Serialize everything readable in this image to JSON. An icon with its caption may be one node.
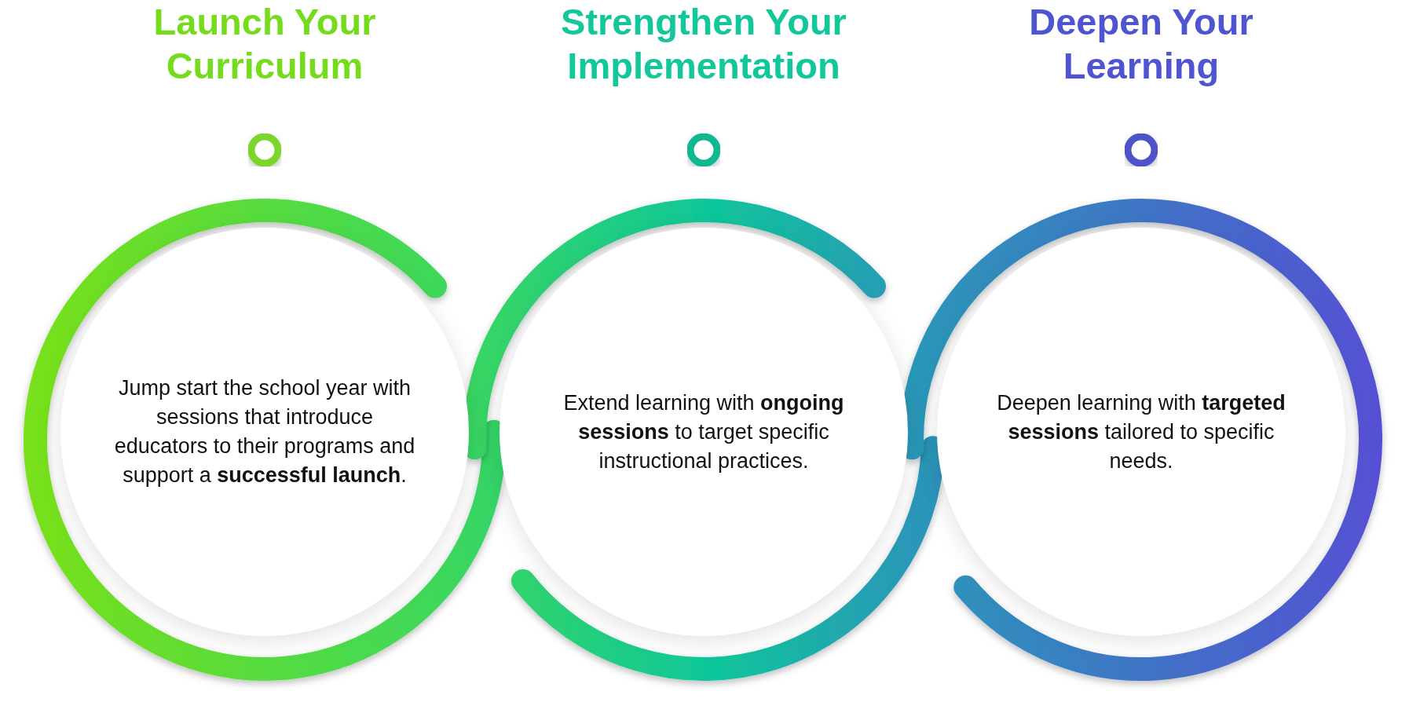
{
  "diagram": {
    "nodes": [
      {
        "text": [
          "Launch Your Curriculum",
          "Jump start the school year with sessions that introduce educators to their programs and support a **successful launch**."
        ]
      },
      {
        "text": [
          "Strengthen Your Implementation",
          "Extend learning with **ongoing sessions** to target specific instructional practices."
        ]
      },
      {
        "text": [
          "Deepen Your Learning",
          "Deepen learning with **targeted sessions** tailored to specific needs."
        ]
      }
    ]
  }
}
